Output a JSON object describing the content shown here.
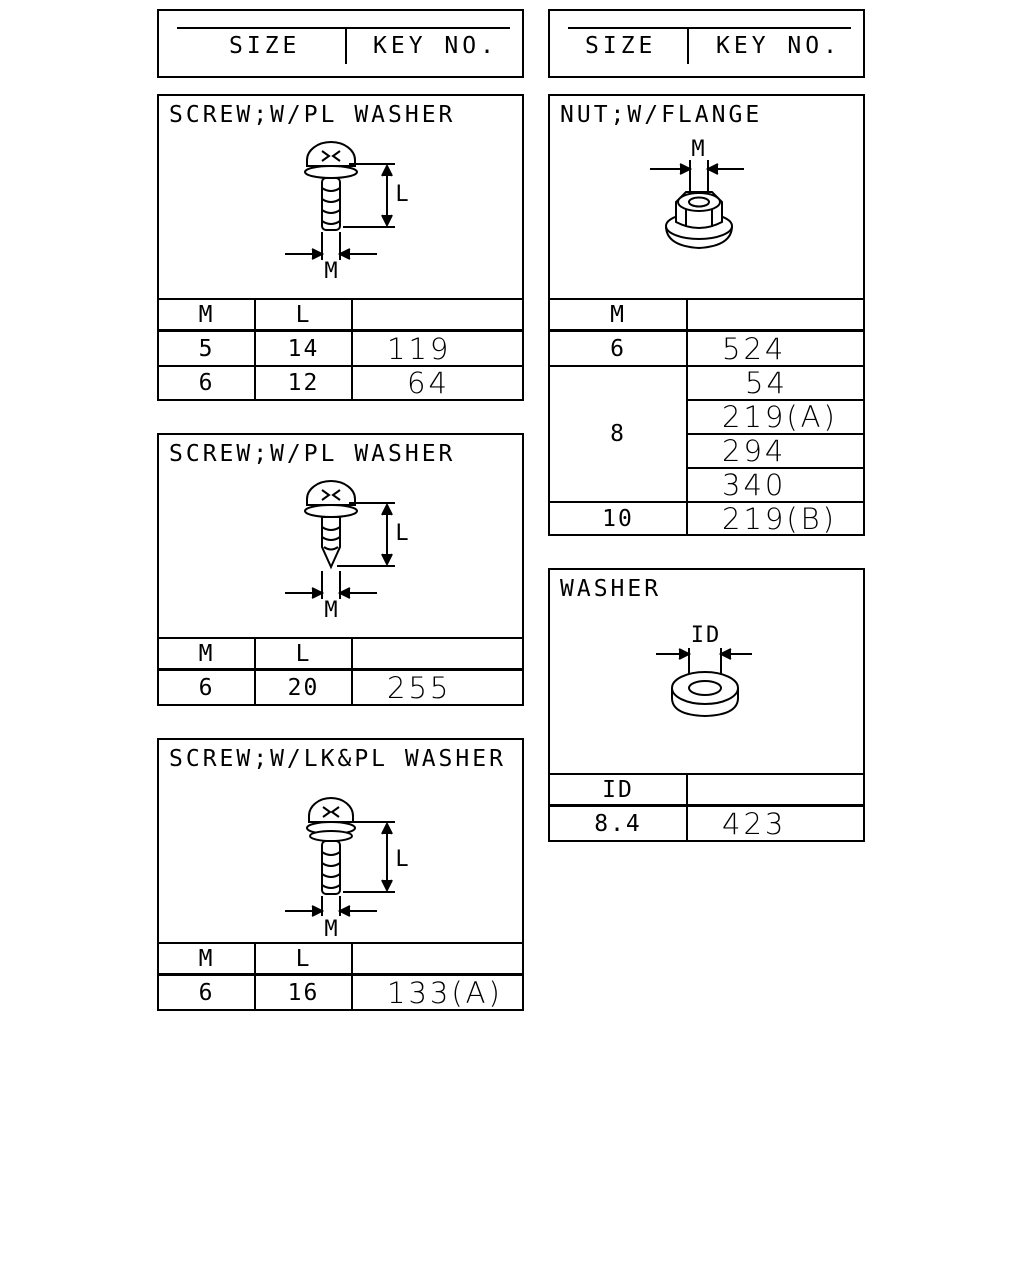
{
  "header": {
    "size_label": "SIZE",
    "key_label": "KEY NO."
  },
  "panels": {
    "screw_pl_1": {
      "title": "SCREW;W/PL WASHER",
      "col_m": "M",
      "col_l": "L",
      "dim_l": "L",
      "dim_m": "M",
      "rows": [
        {
          "m": "5",
          "l": "14",
          "key": "119"
        },
        {
          "m": "6",
          "l": "12",
          "key": "64"
        }
      ]
    },
    "screw_pl_2": {
      "title": "SCREW;W/PL WASHER",
      "col_m": "M",
      "col_l": "L",
      "dim_l": "L",
      "dim_m": "M",
      "rows": [
        {
          "m": "6",
          "l": "20",
          "key": "255"
        }
      ]
    },
    "screw_lk_pl": {
      "title": "SCREW;W/LK&PL WASHER",
      "col_m": "M",
      "col_l": "L",
      "dim_l": "L",
      "dim_m": "M",
      "rows": [
        {
          "m": "6",
          "l": "16",
          "key": "133(A)"
        }
      ]
    },
    "nut_flange": {
      "title": "NUT;W/FLANGE",
      "col_m": "M",
      "dim_m": "M",
      "rows": [
        {
          "m": "6",
          "keys": [
            "524"
          ]
        },
        {
          "m": "8",
          "keys": [
            "54",
            "219(A)",
            "294",
            "340"
          ]
        },
        {
          "m": "10",
          "keys": [
            "219(B)"
          ]
        }
      ]
    },
    "washer": {
      "title": "WASHER",
      "col_id": "ID",
      "dim_id": "ID",
      "rows": [
        {
          "id": "8.4",
          "key": "423"
        }
      ]
    }
  }
}
